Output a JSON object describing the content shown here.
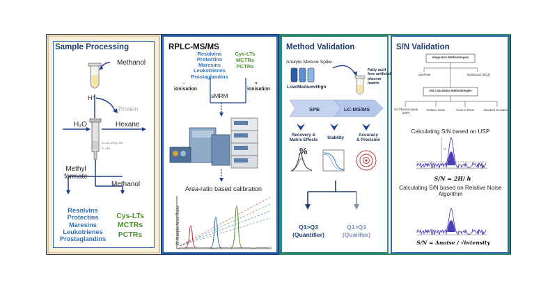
{
  "panels": {
    "sample_processing": {
      "title": "Sample Processing",
      "methanol_top": "Methanol",
      "h_plus": "H⁺",
      "protein": "Protein",
      "h2o": "H₂O",
      "hexane": "Hexane",
      "methyl_formate": "Methyl\nformate",
      "methanol_bottom": "Methanol",
      "blue_list": [
        "Resolvins",
        "Protectins",
        "Maresins",
        "Leukotrienes",
        "Prostaglandins"
      ],
      "green_list": [
        "Cys-LTs",
        "MCTRs",
        "PCTRs"
      ]
    },
    "rplc": {
      "title": "RPLC-MS/MS",
      "blue_list": [
        "Resolvins",
        "Protectins",
        "Maresins",
        "Leukotrienes",
        "Prostaglandins"
      ],
      "green_list": [
        "Cys-LTs",
        "MCTRs",
        "PCTRs"
      ],
      "neg_sign": "-",
      "pos_sign": "+",
      "ionisation_left": "ionisation",
      "ionisation_right": "ionisation",
      "smrm": "sMRM",
      "calibration": "Area-ratio based calibration",
      "ylabel": "IS Analyte Area Ratio"
    },
    "method_validation": {
      "title": "Method Validation",
      "spike": "Analyte Mixture Spike",
      "levels": "Low/Medium/High",
      "matrix": "Fatty acid\nfree artificial\nplasma\nmatrix",
      "spe": "SPE",
      "lcms": "LC-MS/MS",
      "recovery": "Recovery &\nMatrix Effects",
      "stability": "Stability",
      "accuracy": "Accuracy\n& Precision",
      "percent": "%",
      "quantifier_top": "Q1>Q3",
      "quantifier_bottom": "(Quantifier)",
      "qualifier_top": "Q1>Q3",
      "qualifier_bottom": "(Qualifier)"
    },
    "sn_validation": {
      "title": "S/N Validation",
      "integration": "Integration Methodologies",
      "autopeak": "AutoPeak",
      "multiquant": "MultiQuant (MQ)4",
      "sn_calc": "S/N Calculation Methodologies",
      "methods": [
        "US Pharmacopeia\n(USP)",
        "Relative Noise",
        "Peak-to-Peak",
        "Standard Deviation"
      ],
      "usp_title": "Calculating S/N based on USP",
      "usp_formula": "S/N = 2H/ h",
      "h_big": "H",
      "h_small": "h",
      "rn_title": "Calculating S/N based on Relative Noise\nAlgorithm",
      "rn_formula": "S/N = Δnoise / √intensity"
    }
  },
  "colors": {
    "blue": "#2f6fb4",
    "green": "#4f8f2f",
    "navy": "#1e3f6e",
    "teal": "#2a8a6f",
    "beige": "#f7eedc"
  }
}
